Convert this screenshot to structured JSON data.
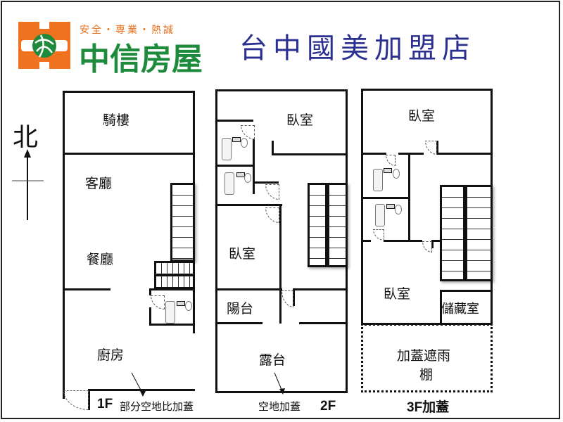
{
  "header": {
    "logo": {
      "slogan": "安全・專業・熱誠",
      "brand_name": "中信房屋",
      "icon": "globe-logo-icon",
      "colors": {
        "orange": "#ee7220",
        "green": "#1e8a3c"
      }
    },
    "store_name": "台中國美加盟店",
    "store_color": "#2a2f90"
  },
  "compass": {
    "label": "北",
    "icon": "north-arrow-icon"
  },
  "floors": [
    {
      "id": "1F",
      "caption": "1F",
      "note": "部分空地比加蓋",
      "rooms": [
        "騎樓",
        "客廳",
        "餐廳",
        "廚房"
      ]
    },
    {
      "id": "2F",
      "caption": "2F",
      "note": "空地加蓋",
      "rooms": [
        "臥室",
        "臥室",
        "陽台",
        "露台"
      ]
    },
    {
      "id": "3F",
      "caption": "3F加蓋",
      "rooms": [
        "臥室",
        "臥室",
        "儲藏室",
        "加蓋遮雨",
        "棚"
      ]
    }
  ]
}
